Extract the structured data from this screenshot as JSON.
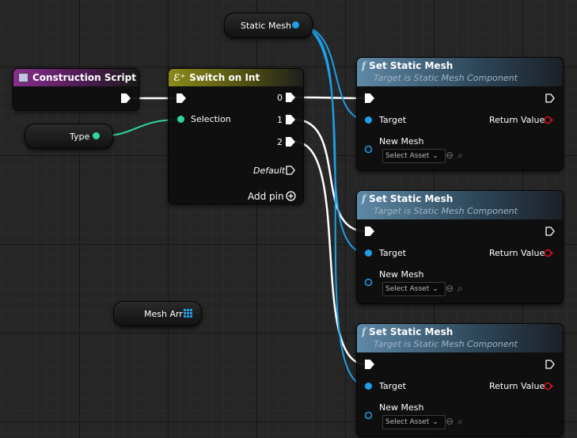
{
  "construction_node": {
    "title": "Construction Script"
  },
  "switch_node": {
    "title": "Switch on Int",
    "selection_label": "Selection",
    "outputs": [
      "0",
      "1",
      "2"
    ],
    "default_label": "Default",
    "add_pin_label": "Add pin"
  },
  "variables": {
    "type": "Type",
    "static_mesh": "Static Mesh",
    "mesh_arr": "Mesh Arr"
  },
  "set_static_mesh_nodes": [
    {
      "title": "Set Static Mesh",
      "subtitle": "Target is Static Mesh Component",
      "target_label": "Target",
      "return_label": "Return Value",
      "new_mesh_label": "New Mesh",
      "select_asset": "Select Asset"
    },
    {
      "title": "Set Static Mesh",
      "subtitle": "Target is Static Mesh Component",
      "target_label": "Target",
      "return_label": "Return Value",
      "new_mesh_label": "New Mesh",
      "select_asset": "Select Asset"
    },
    {
      "title": "Set Static Mesh",
      "subtitle": "Target is Static Mesh Component",
      "target_label": "Target",
      "return_label": "Return Value",
      "new_mesh_label": "New Mesh",
      "select_asset": "Select Asset"
    }
  ],
  "colors": {
    "exec_wire": "#ffffff",
    "object_pin": "#1e9fe6",
    "int_pin": "#2fd6a2",
    "return_pin": "#d6101a"
  },
  "icons": {
    "construction": "event-icon",
    "switch": "switch-icon",
    "function": "function-f-icon",
    "array": "array-grid-icon"
  }
}
